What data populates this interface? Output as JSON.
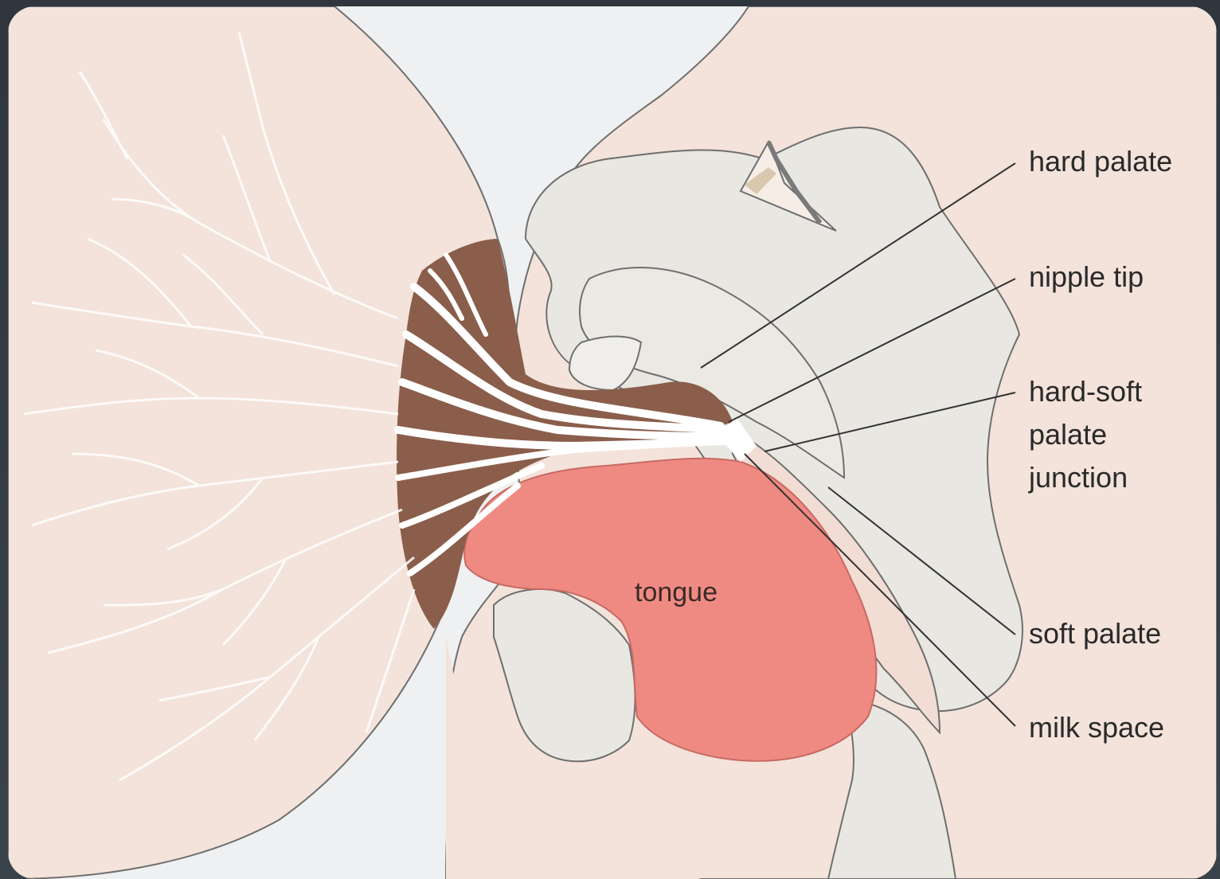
{
  "diagram": {
    "labels": {
      "hard_palate": "hard palate",
      "nipple_tip": "nipple tip",
      "hard_soft_junction_line1": "hard-soft",
      "hard_soft_junction_line2": "palate",
      "hard_soft_junction_line3": "junction",
      "soft_palate": "soft palate",
      "milk_space": "milk space",
      "tongue": "tongue"
    },
    "colors": {
      "breast_skin": "#f3e3da",
      "areola": "#8a5e4b",
      "ducts": "#ffffff",
      "tongue": "#ef8a82",
      "oral_structures": "#e9e7e2",
      "background_gap": "#eef0f1",
      "outline": "#6f6f6f",
      "leader_lines": "#333333"
    }
  }
}
